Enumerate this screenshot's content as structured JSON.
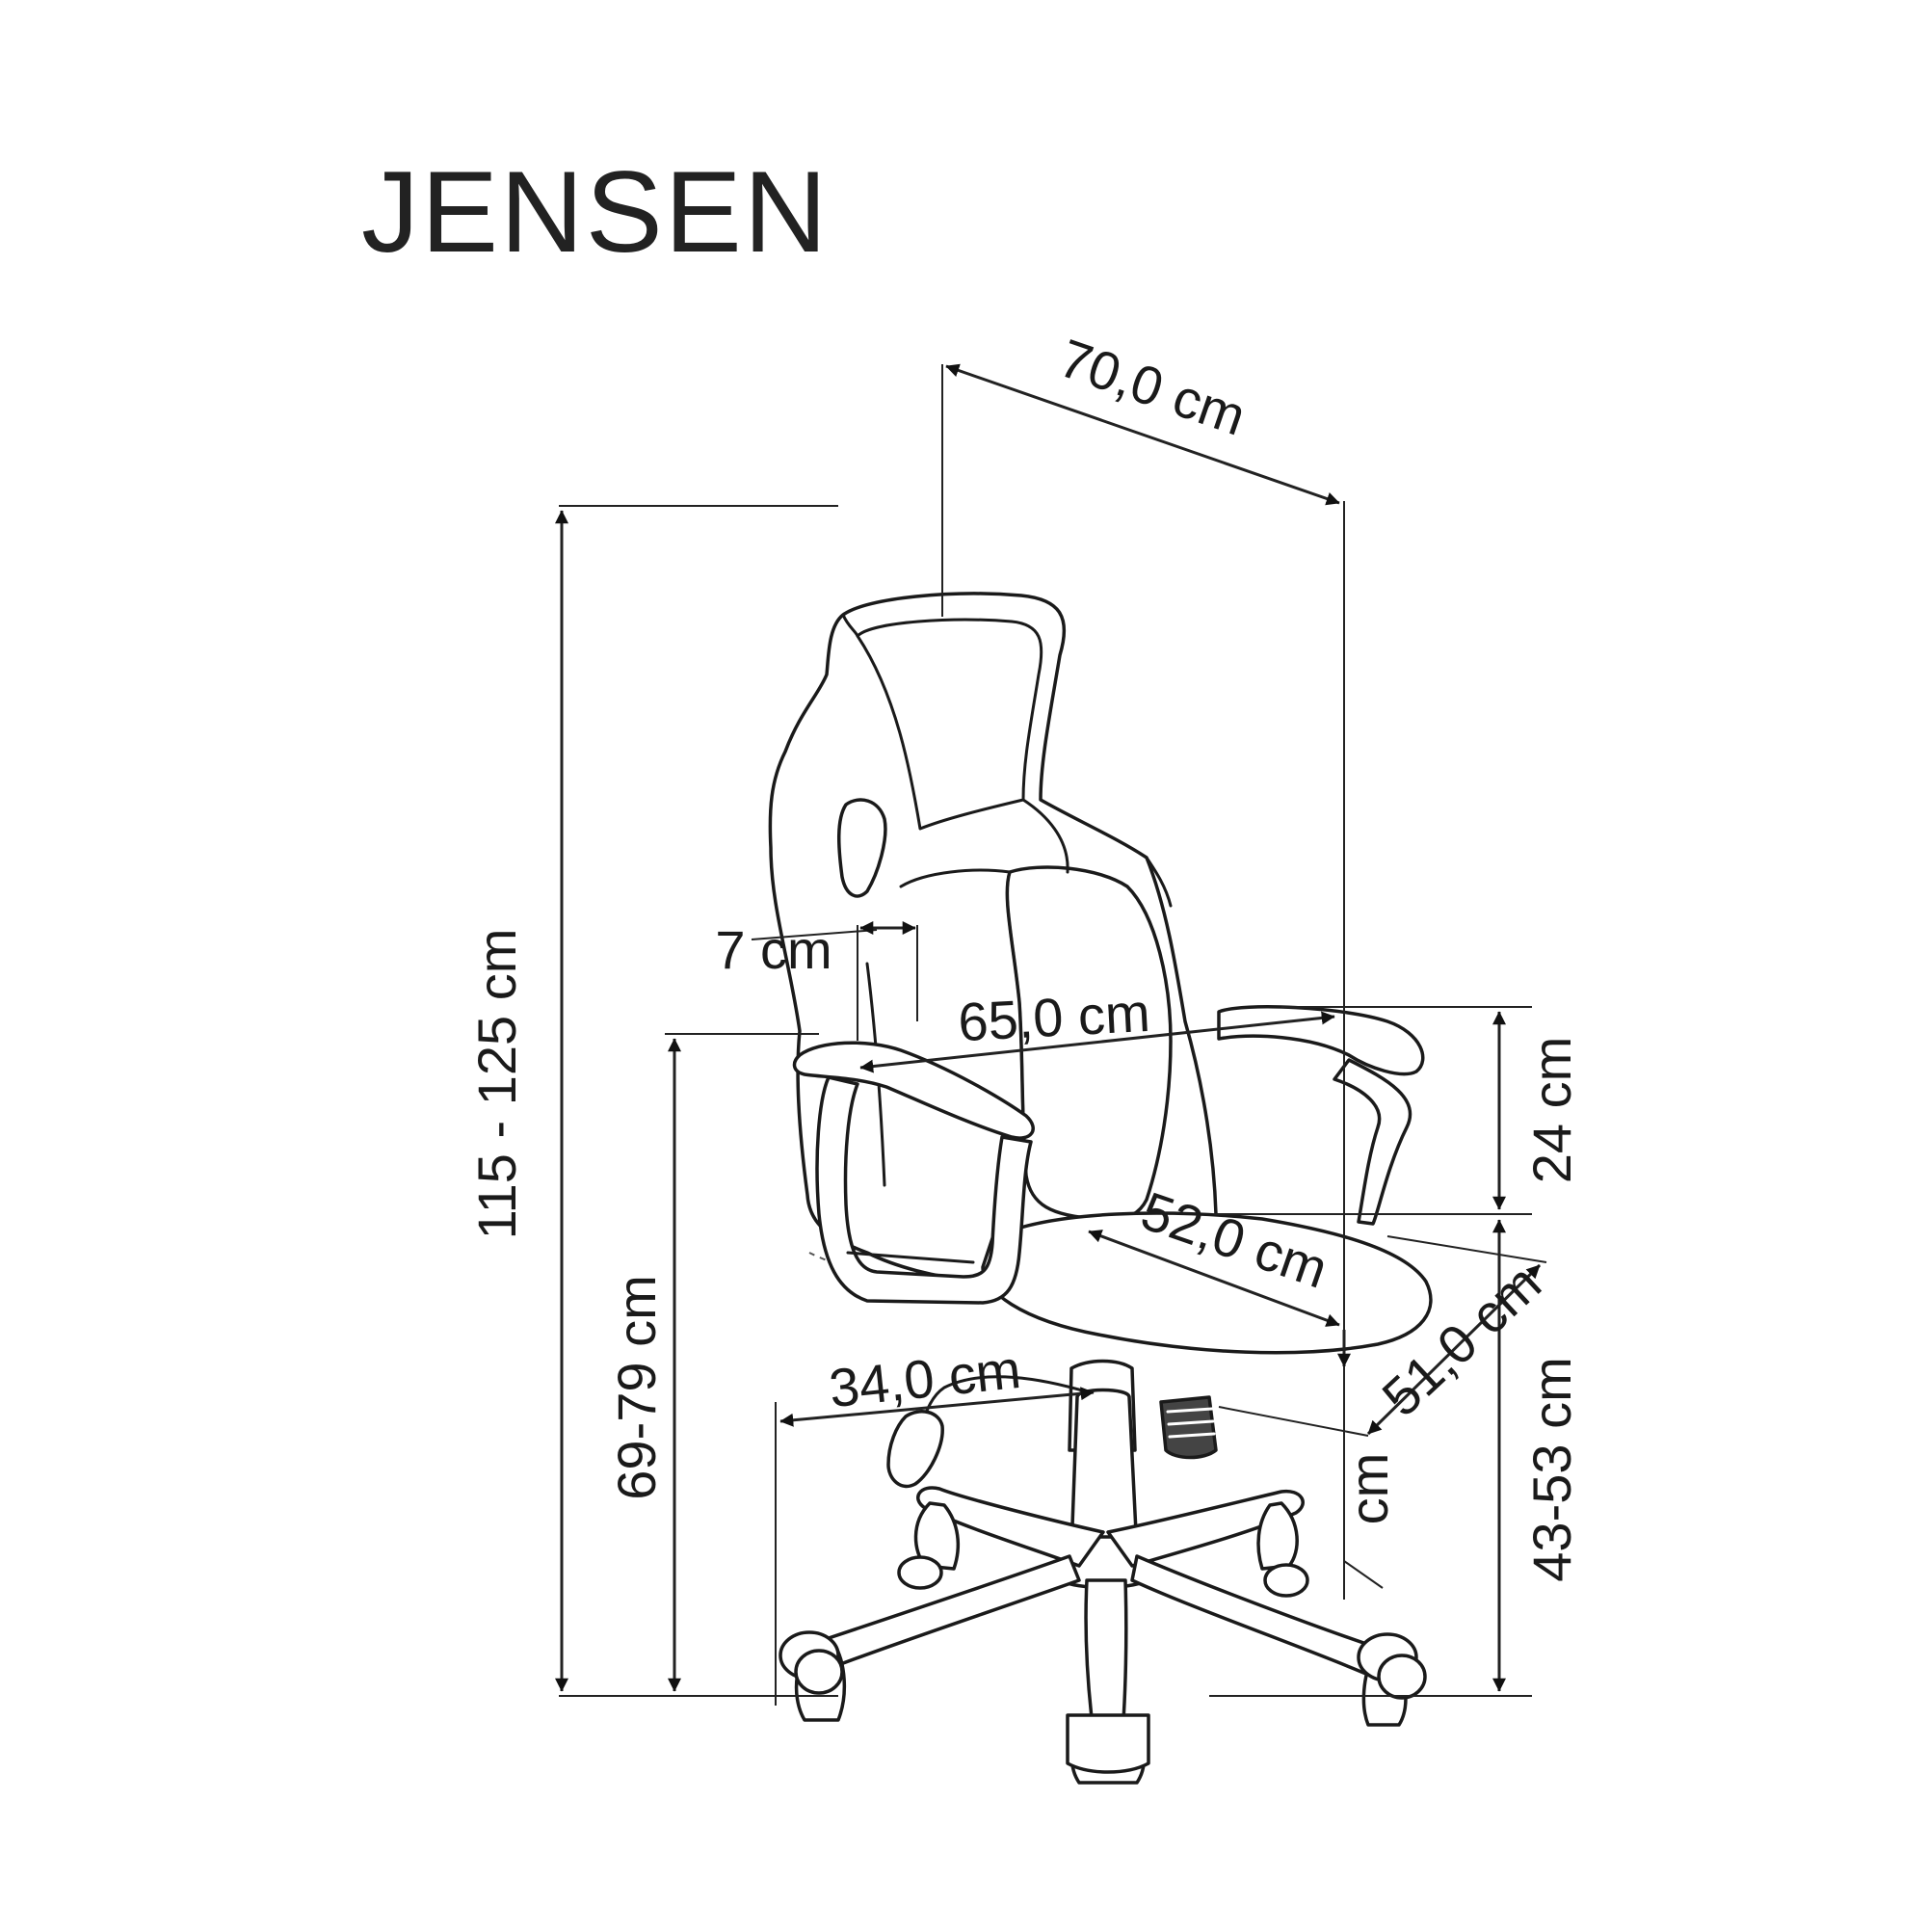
{
  "title": "JENSEN",
  "dimensions": {
    "depth_total": "70,0 cm",
    "height_total": "115 - 125 cm",
    "backrest_thickness": "7 cm",
    "width_total": "65,0 cm",
    "armrest_height_above_seat": "24 cm",
    "seat_depth": "52,0 cm",
    "armrest_height": "69-79 cm",
    "seat_width": "51,0 cm",
    "seat_height": "43-53 cm",
    "armrest_gap": "34,0 cm",
    "partial_unit": "cm"
  },
  "colors": {
    "line": "#1a1a1a",
    "background": "#ffffff"
  }
}
